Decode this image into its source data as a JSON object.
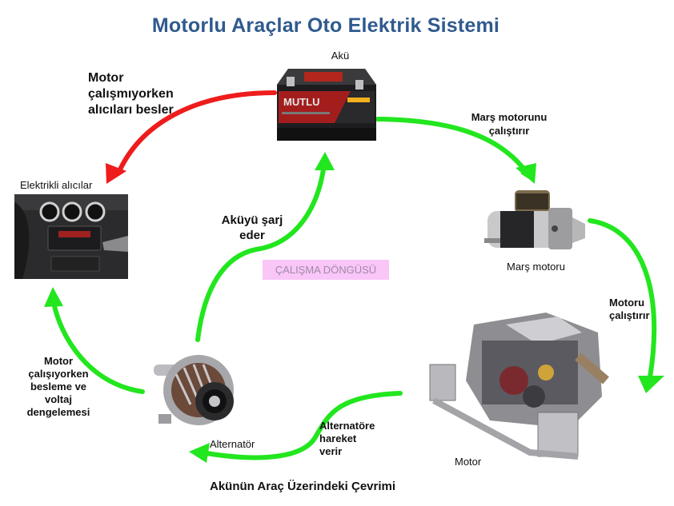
{
  "title": "Motorlu Araçlar Oto Elektrik Sistemi",
  "footer": "Akünün Araç Üzerindeki Çevrimi",
  "center_badge": "ÇALIŞMA DÖNGÜSÜ",
  "components": {
    "battery": {
      "label": "Akü",
      "brand": "MUTLU",
      "icon": "car-battery-icon"
    },
    "consumers": {
      "label": "Elektrikli alıcılar",
      "icon": "car-dashboard-icon"
    },
    "starter": {
      "label": "Marş motoru",
      "icon": "starter-motor-icon"
    },
    "engine": {
      "label": "Motor",
      "icon": "engine-icon"
    },
    "alternator": {
      "label": "Alternatör",
      "icon": "alternator-icon"
    }
  },
  "flows": {
    "battery_to_consumers": {
      "lines": [
        "Motor",
        "çalışmıyorken",
        "alıcıları besler"
      ],
      "color": "#ee1c1c"
    },
    "battery_to_starter": {
      "lines": [
        "Marş motorunu",
        "çalıştırır"
      ],
      "color": "#22e61e"
    },
    "starter_to_engine": {
      "lines": [
        "Motoru",
        "çalıştırır"
      ],
      "color": "#22e61e"
    },
    "engine_to_alternator": {
      "lines": [
        "Alternatöre",
        "hareket",
        "verir"
      ],
      "color": "#22e61e"
    },
    "alternator_to_battery": {
      "lines": [
        "Aküyü şarj",
        "eder"
      ],
      "color": "#22e61e"
    },
    "alternator_to_consumers": {
      "lines": [
        "Motor",
        "çalışıyorken",
        "besleme ve",
        "voltaj",
        "dengelemesi"
      ],
      "color": "#22e61e"
    }
  }
}
